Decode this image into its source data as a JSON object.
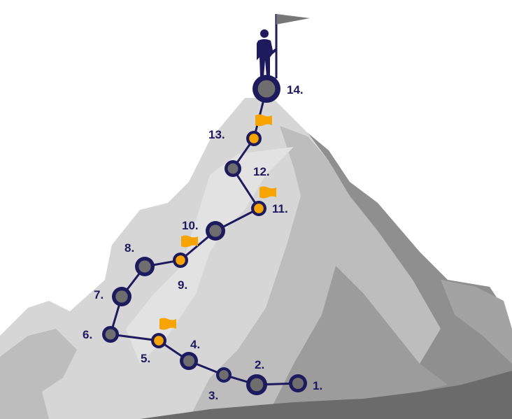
{
  "colors": {
    "navy": "#1e1a5e",
    "node": "#6e6e6e",
    "orange": "#f7a400",
    "flag": "#777777"
  },
  "steps": [
    {
      "label": "1.",
      "milestone": false
    },
    {
      "label": "2.",
      "milestone": false
    },
    {
      "label": "3.",
      "milestone": false
    },
    {
      "label": "4.",
      "milestone": false
    },
    {
      "label": "5.",
      "milestone": true
    },
    {
      "label": "6.",
      "milestone": false
    },
    {
      "label": "7.",
      "milestone": false
    },
    {
      "label": "8.",
      "milestone": false
    },
    {
      "label": "9.",
      "milestone": true
    },
    {
      "label": "10.",
      "milestone": false
    },
    {
      "label": "11.",
      "milestone": true
    },
    {
      "label": "12.",
      "milestone": false
    },
    {
      "label": "13.",
      "milestone": true
    },
    {
      "label": "14.",
      "milestone": false
    }
  ]
}
